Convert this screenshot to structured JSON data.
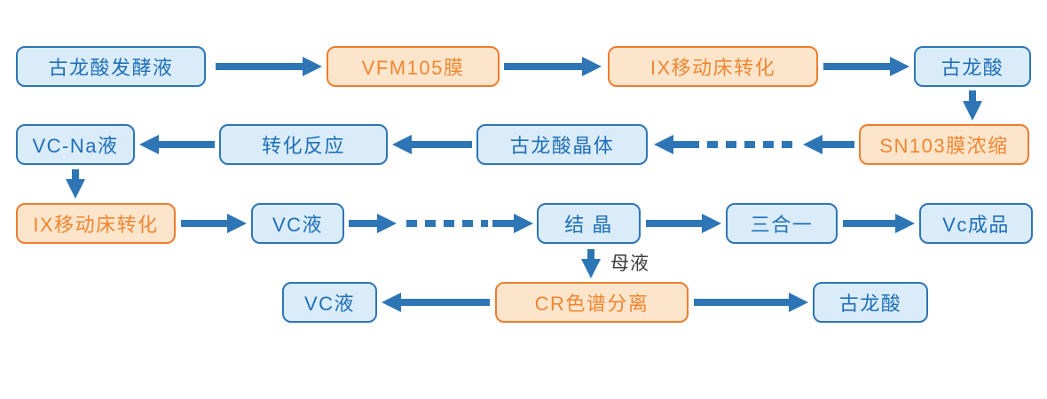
{
  "diagram": {
    "description_colors": {
      "blue_node_fill": "#daecf9",
      "blue_node_border": "#2e75b6",
      "blue_node_text": "#1f6fb8",
      "orange_node_fill": "#fce5cb",
      "orange_node_border": "#ed7d31",
      "orange_node_text": "#f08632",
      "arrow": "#2e75b6",
      "annotation_text": "#3b3b3b"
    },
    "labels": {
      "mother_liquor": "母液"
    },
    "nodes": {
      "gulonic_fermentation_broth": {
        "label": "古龙酸发酵液",
        "type": "blue"
      },
      "vfm105_membrane": {
        "label": "VFM105膜",
        "type": "orange"
      },
      "ix_moving_bed_1": {
        "label": "IX移动床转化",
        "type": "orange"
      },
      "gulonic_acid_1": {
        "label": "古龙酸",
        "type": "blue"
      },
      "vc_na_solution": {
        "label": "VC-Na液",
        "type": "blue"
      },
      "conversion_reaction": {
        "label": "转化反应",
        "type": "blue"
      },
      "gulonic_acid_crystal": {
        "label": "古龙酸晶体",
        "type": "blue"
      },
      "sn103_membrane_concentration": {
        "label": "SN103膜浓缩",
        "type": "orange"
      },
      "ix_moving_bed_2": {
        "label": "IX移动床转化",
        "type": "orange"
      },
      "vc_solution_1": {
        "label": "VC液",
        "type": "blue"
      },
      "crystallization": {
        "label": "结  晶",
        "type": "blue"
      },
      "three_in_one": {
        "label": "三合一",
        "type": "blue"
      },
      "vc_product": {
        "label": "Vc成品",
        "type": "blue"
      },
      "vc_solution_2": {
        "label": "VC液",
        "type": "blue"
      },
      "cr_chromatography": {
        "label": "CR色谱分离",
        "type": "orange"
      },
      "gulonic_acid_2": {
        "label": "古龙酸",
        "type": "blue"
      }
    }
  }
}
